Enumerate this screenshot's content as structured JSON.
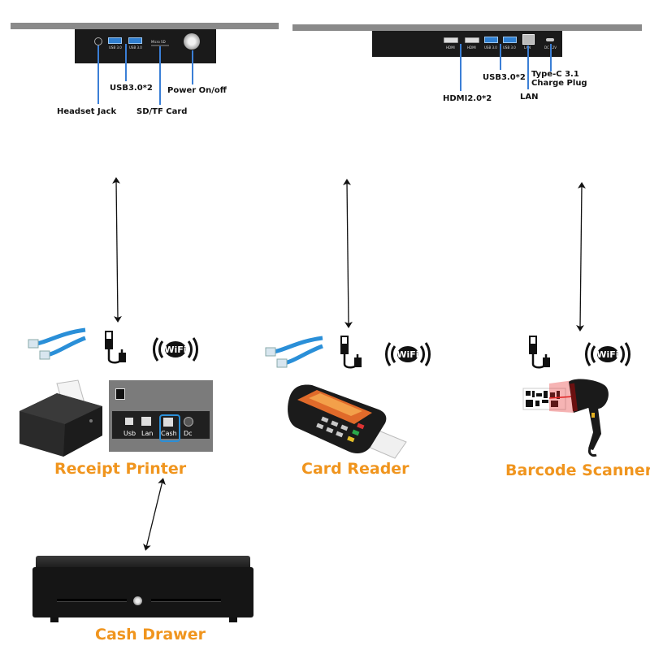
{
  "ports_left": {
    "labels": {
      "headset": "Headset Jack",
      "usb": "USB3.0*2",
      "sd": "SD/TF Card",
      "power": "Power On/off"
    },
    "port_marks": {
      "usb1": "USB 3.0",
      "usb2": "USB 3.0",
      "sd": "Micro SD"
    }
  },
  "ports_right": {
    "labels": {
      "hdmi": "HDMI2.0*2",
      "usb": "USB3.0*2",
      "lan": "LAN",
      "typec": "Type-C 3.1\nCharge Plug"
    },
    "port_marks": {
      "hdmi1": "HDMI",
      "hdmi2": "HDMI",
      "usb1": "USB 3.0",
      "usb2": "USB 3.0",
      "lan": "LAN",
      "dc": "DC 12V"
    }
  },
  "devices": {
    "printer": {
      "title": "Receipt Printer",
      "port_labels": {
        "usb": "Usb",
        "lan": "Lan",
        "cash": "Cash",
        "dc": "Dc"
      }
    },
    "card_reader": {
      "title": "Card Reader"
    },
    "scanner": {
      "title": "Barcode Scanner"
    },
    "cash_drawer": {
      "title": "Cash Drawer"
    }
  },
  "icons": [
    "lan-cable-icon",
    "usb-cable-icon",
    "wifi-icon"
  ],
  "colors": {
    "accent": "#f0951e",
    "callout": "#3b7fd6",
    "panel": "#1a1a1a",
    "bezel": "#8a8a8a"
  }
}
